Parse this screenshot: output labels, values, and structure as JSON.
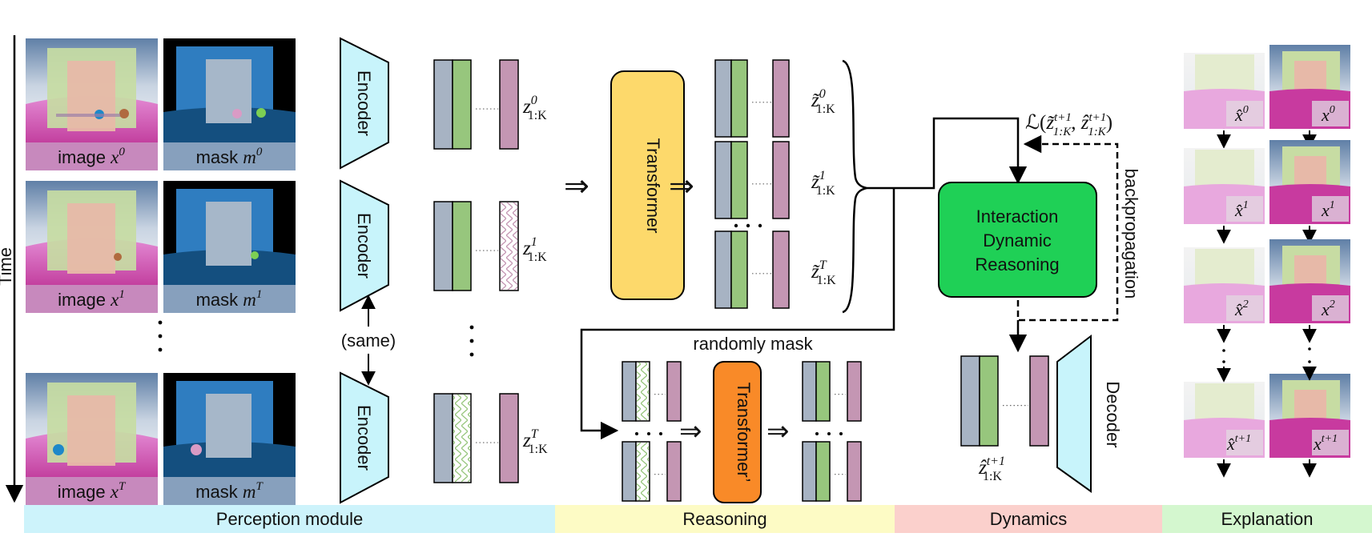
{
  "axis": {
    "label": "Time"
  },
  "frames": [
    {
      "image_caption": "image",
      "image_var": "x",
      "image_sup": "0",
      "mask_caption": "mask",
      "mask_var": "m",
      "mask_sup": "0"
    },
    {
      "image_caption": "image",
      "image_var": "x",
      "image_sup": "1",
      "mask_caption": "mask",
      "mask_var": "m",
      "mask_sup": "1"
    },
    {
      "image_caption": "image",
      "image_var": "x",
      "image_sup": "T",
      "mask_caption": "mask",
      "mask_var": "m",
      "mask_sup": "T"
    }
  ],
  "encoders": [
    "Encoder",
    "Encoder",
    "Encoder"
  ],
  "same_label": "(same)",
  "slots": {
    "z_var": "z",
    "range": "1:K",
    "sups": [
      "0",
      "1",
      "T"
    ],
    "ztilde_sups": [
      "0",
      "1",
      "T"
    ],
    "zhat_sup": "t+1"
  },
  "transformer_label": "Transformer",
  "transformer2_label": "Transformer’",
  "random_mask_label": "randomly mask",
  "loss_label": "ℒ(z̃",
  "loss": {
    "L": "ℒ",
    "sup": "t+1",
    "range": "1:K"
  },
  "backprop_label": "backpropagation",
  "dynamics_box": [
    "Interaction",
    "Dynamic",
    "Reasoning"
  ],
  "decoder_label": "Decoder",
  "explanation": [
    {
      "pred_sup": "0",
      "gt_sup": "0"
    },
    {
      "pred_sup": "1",
      "gt_sup": "1"
    },
    {
      "pred_sup": "2",
      "gt_sup": "2"
    },
    {
      "pred_sup": "t+1",
      "gt_sup": "t+1"
    }
  ],
  "modules": [
    {
      "label": "Perception module",
      "color": "#cdf3fb"
    },
    {
      "label": "Reasoning",
      "color": "#fdfbc5"
    },
    {
      "label": "Dynamics",
      "color": "#fbd0cc"
    },
    {
      "label": "Explanation",
      "color": "#d4f7cf"
    }
  ],
  "colors": {
    "slot_gray": "#a7b3c3",
    "slot_green": "#97c67d",
    "slot_pink": "#c496b3",
    "encoder_cyan": "#c8f4fb",
    "transformer_yellow": "#fdd96b",
    "transformer_orange": "#f98a28",
    "dynamics_green": "#1fd056"
  }
}
